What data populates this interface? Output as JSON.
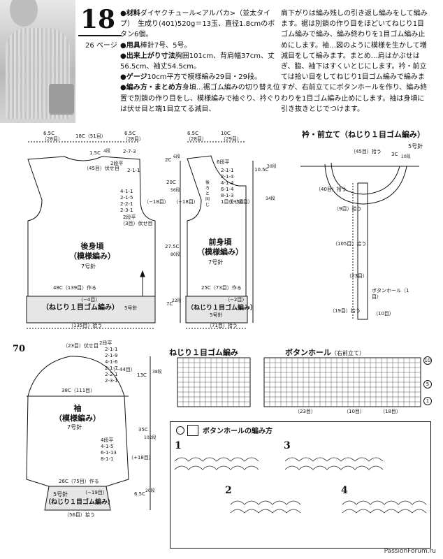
{
  "header": {
    "pattern_number": "18",
    "page_ref": "26 ページ"
  },
  "instructions": {
    "col1": [
      {
        "key": "●材料",
        "text": "ダイヤクチュール<アルパカ>（並太タイプ）　生成り(401)520g＝13玉、直径1.8cmのボタン6個。"
      },
      {
        "key": "●用具",
        "text": "棒針7号、5号。"
      },
      {
        "key": "●出来上がり寸法",
        "text": "胸囲101cm、背肩幅37cm、丈56.5cm、袖丈54.5cm。"
      },
      {
        "key": "●ゲージ",
        "text": "10cm平方で模様編み29目・29段。"
      },
      {
        "key": "●編み方・まとめ方",
        "text": "身頃…裾ゴム編みの切り替え位置で別鎖の作り目をし、模様編みで袖ぐり、衿ぐりは伏せ目と端1目立てる減目、"
      }
    ],
    "col2": "肩下がりは編み残しの引き返し編みをして編みます。裾は別鎖の作り目をほどいてねじり1目ゴム編みで編み、編み終わりを1目ゴム編み止めにします。袖…図のように模様を生かして増減目をして編みます。まとめ…肩はかぶせはぎ、脇、袖下はすくいとじにします。衿・前立ては拾い目をしてねじり1目ゴム編みで編みますが、右前立てにボタンホールを作り、編み終わりを1目ゴム編み止めにします。袖は身頃に引き抜きとじでつけます。"
  },
  "back_body": {
    "title": "後身頃",
    "subtitle": "（模様編み）",
    "needle": "7号針",
    "rib": "（ねじり１目ゴム編み）",
    "rib_needle": "5号針",
    "dim_shoulder_l": "6.5C",
    "dim_shoulder_l2": "（28目）",
    "dim_neck": "18C（51目）",
    "dim_shoulder_r": "6.5C",
    "dim_shoulder_r2": "（28目）",
    "neck_depth": "1.5C",
    "neck_rows": "4段",
    "neck_dec": "2-7-3",
    "neck_dec2": "2-1-1",
    "neck_flat": "（45目）伏せ目",
    "flat2": "2段平",
    "arm_dec": [
      "4-1-1",
      "2-1-5",
      "2-2-1",
      "2-3-1"
    ],
    "arm_bind": "（3目）伏せ目",
    "arm_flat": "2段平",
    "side_count": "（−18目）",
    "body_width": "48C（139目）作る",
    "rib_count": "（−4目）",
    "total_width": "（135目）拾う"
  },
  "front_body": {
    "title": "前身頃",
    "subtitle": "（模様編み）",
    "needle": "7号針",
    "rib": "（ねじり１目ゴム編み）",
    "rib_needle": "5号針",
    "dim_shoulder": "6.5C",
    "dim_shoulder2": "（28目）",
    "dim_front": "10C",
    "dim_front2": "（29目）",
    "sh_depth": "2C",
    "sh_rows": "6段",
    "armhole": "20C",
    "armhole_rows": "56段",
    "body_len": "27.5C",
    "body_rows": "80段",
    "rib_len": "7C",
    "rib_rows": "22段",
    "neck_len": "10.5C",
    "neck_rows": "30段",
    "mid_len": "34段",
    "same_as_back": "後ろと同じ",
    "neck_flat": "6段平",
    "neck_dec": [
      "2-1-1",
      "2-1-4",
      "4-1-4",
      "6-1-4",
      "8-1-3",
      "1目伏せ目"
    ],
    "neck_side_count": "（−16目）",
    "side_count": "（−18目）",
    "body_width": "25C（73目）作る",
    "rib_count": "（−2目）",
    "total_width": "（71目）拾う"
  },
  "collar": {
    "title": "衿・前立て（ねじり１目ゴム編み）",
    "needle": "5号針",
    "top_pick": "（45目）拾う",
    "top_len": "3C",
    "top_rows": "10段",
    "side_pick": "（40目）拾う",
    "corner_pick": "（9目）拾う",
    "front_pick": "（105目）拾う",
    "front_rows": "（23目）",
    "buttonhole": "ボタンホール（1目）",
    "bottom_pick": "（19目）拾う",
    "bottom_rows": "（10目）"
  },
  "sleeve": {
    "page_num": "70",
    "title": "袖",
    "subtitle": "（模様編み）",
    "needle": "7号針",
    "rib": "（ねじり１目ゴム編み）",
    "rib_needle": "5号針",
    "cap_bind": "（23目）伏せ目",
    "cap_flat": "2段平",
    "cap_dec": [
      "2-1-1",
      "2-1-9",
      "4-1-6",
      "2-1-7",
      "2-2-1",
      "2-3-1"
    ],
    "cap_count": "（−44目）",
    "cap_len": "13C",
    "cap_rows": "38段",
    "width": "38C（111目）",
    "side_count": "（+18目）",
    "side_inc": [
      "4段平",
      "4-1-5",
      "6-1-13",
      "8-1-1"
    ],
    "sleeve_len": "35C",
    "sleeve_rows": "102段",
    "cuff_width": "26C（75目）作る",
    "cuff_count": "（−19目）",
    "cuff_len": "6.5C",
    "cuff_rows": "20段",
    "cuff_pick": "（56目）拾う"
  },
  "rib_chart": {
    "title": "ねじり１目ゴム編み"
  },
  "buttonhole_chart": {
    "title": "ボタンホール",
    "subtitle": "（右前立て）",
    "marker_top": "10",
    "marker_a": "5",
    "marker_b": "1",
    "bottom_a": "（23目）",
    "bottom_b": "（10目）",
    "bottom_c": "（18目）"
  },
  "buttonhole_steps": {
    "title": "ボタンホールの編み方",
    "steps": [
      "1",
      "2",
      "3",
      "4"
    ]
  },
  "watermark": "PassionForum.ru"
}
